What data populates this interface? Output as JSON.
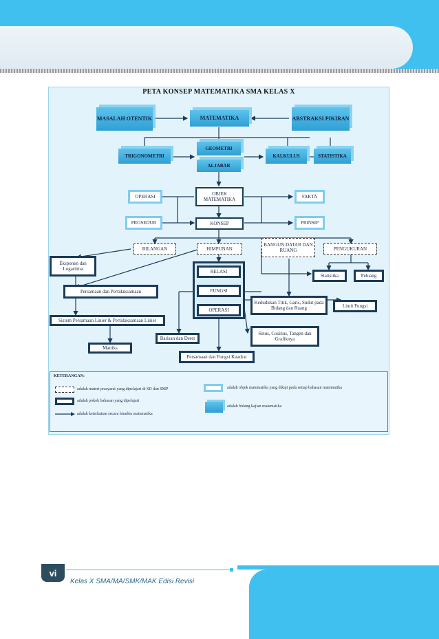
{
  "page": {
    "number": "vi",
    "footer_text": "Kelas X SMA/MA/SMK/MAK Edisi Revisi"
  },
  "map": {
    "title": "PETA KONSEP MATEMATIKA SMA KELAS X",
    "nodes": {
      "masalah_otentik": "MASALAH OTENTIK",
      "matematika": "MATEMATIKA",
      "abstraksi_pikiran": "ABSTRAKSI PIKIRAN",
      "trigonometri": "TRIGONOMETRI",
      "geometri": "GEOMETRI",
      "aljabar": "ALJABAR",
      "kalkulus": "KALKULUS",
      "statistika_top": "STATISTIKA",
      "operasi_top": "OPERASI",
      "objek_matematika": "OBJEK MATEMATIKA",
      "fakta": "FAKTA",
      "prosedur": "PROSEDUR",
      "konsep": "KONSEP",
      "prinsip": "PRINSIP",
      "bilangan": "BILANGAN",
      "himpunan": "HIMPUNAN",
      "bangun_datar": "BANGUN DATAR DAN RUANG",
      "pengukuran": "PENGUKURAN",
      "eksponen": "Eksponen dan Logaritma",
      "relasi": "RELASI",
      "fungsi": "FUNGSI",
      "operasi": "OPERASI",
      "statistika": "Statistika",
      "peluang": "Peluang",
      "persamaan_pertidaksamaan": "Persamaan dan Pertidaksamaan",
      "kedudukan": "Kedudukan Titik, Garis, Sudut pada Bidang dan Ruang",
      "limit_fungsi": "Limit Fungsi",
      "spl": "Sistem Persamaan Linier & Pertidaksamaan Linier",
      "barisan": "Barisan dan Deret",
      "sinus": "Sinus, Cosinus, Tangen dan Grafiknya",
      "matriks": "Matriks",
      "kuadrat": "Persamaan dan Fungsi Kuadrat"
    },
    "legend": {
      "title": "KETERANGAN:",
      "dotted": "adalah materi prasyarat yang dipelajari di SD dan SMP",
      "thick": "adalah pokok bahasan yang dipelajari",
      "arrow": "adalah keterkaitan secara hirarkis matematika",
      "light": "adalah objek matematika yang dikaji pada setiap bahasan matematika",
      "cube": "adalah bidang kajian matematika"
    }
  }
}
